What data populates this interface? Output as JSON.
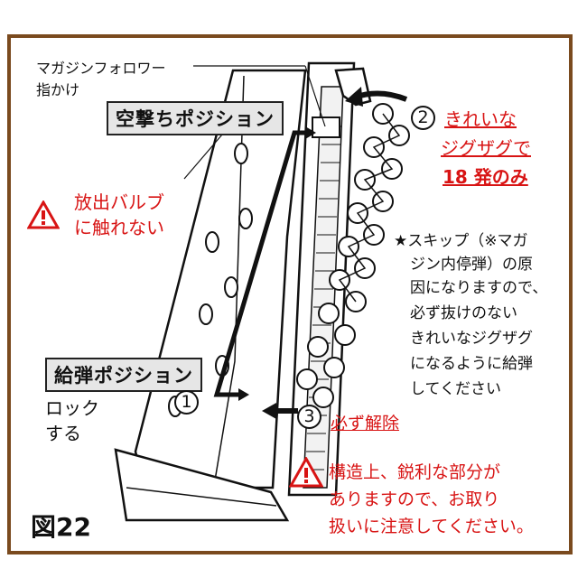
{
  "labels": {
    "follower": "マガジンフォロワー",
    "finger": "指かけ",
    "empty_position": "空撃ちポジション",
    "feed_position": "給弾ポジション",
    "lock_1": "ロック",
    "lock_2": "する",
    "no_touch_1": "放出バルブ",
    "no_touch_2": "に触れない",
    "step1": "1",
    "step2": "2",
    "step3": "3",
    "zigzag_1": "きれいな",
    "zigzag_2": "ジグザグで",
    "zigzag_3": "18 発のみ",
    "note_1": "★スキップ（※マガ",
    "note_2": "ジン内停弾）の原",
    "note_3": "因になりますので、",
    "note_4": "必ず抜けのない",
    "note_5": "きれいなジグザグ",
    "note_6": "になるように給弾",
    "note_7": "してください",
    "release": "必ず解除",
    "caution_1": "構造上、鋭利な部分が",
    "caution_2": "ありますので、お取り",
    "caution_3": "扱いに注意してください。",
    "figure": "図22"
  },
  "colors": {
    "warning_red": "#d81414",
    "frame_brown": "#7a4a1e",
    "label_gray": "#e6e6e6"
  },
  "icons": [
    "warning-triangle-icon",
    "arrow-icon"
  ]
}
